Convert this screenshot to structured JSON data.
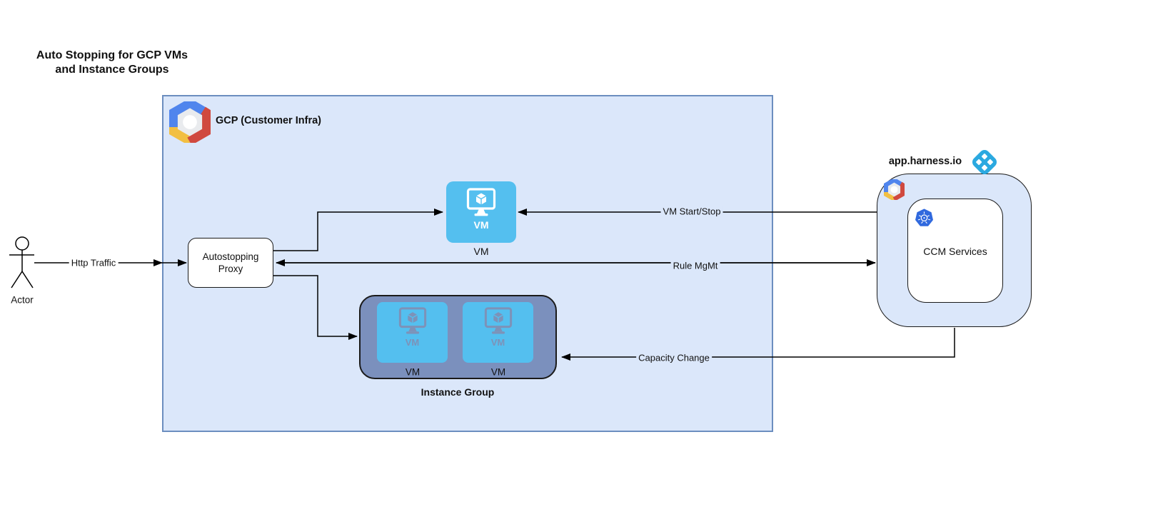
{
  "diagram": {
    "title_line1": "Auto Stopping for GCP VMs",
    "title_line2": "and Instance Groups"
  },
  "actor": {
    "label": "Actor"
  },
  "edges": {
    "http_traffic": "Http Traffic",
    "vm_start_stop": "VM Start/Stop",
    "rule_mgmt": "Rule MgMt",
    "capacity_change": "Capacity Change"
  },
  "gcp": {
    "label": "GCP (Customer Infra)"
  },
  "proxy": {
    "line1": "Autostopping",
    "line2": "Proxy"
  },
  "vm": {
    "badge": "VM",
    "caption": "VM"
  },
  "instance_group": {
    "caption": "Instance Group",
    "tiles": [
      {
        "badge": "VM",
        "caption": "VM"
      },
      {
        "badge": "VM",
        "caption": "VM"
      }
    ]
  },
  "harness": {
    "label": "app.harness.io",
    "ccm_label": "CCM Services"
  },
  "colors": {
    "gcp_box_fill": "#dbe7fa",
    "gcp_box_border": "#6c8ebf",
    "container_border": "#1a1a1a",
    "vm_tile_blue": "#54bfef",
    "instance_group_fill": "#7b90bd",
    "muted_icon": "#7d92b8",
    "harness_blue": "#2ba9e0",
    "kubernetes_blue": "#3069de",
    "gcp_logo_blue": "#5085ed",
    "gcp_logo_red": "#d0493f",
    "gcp_logo_yellow": "#f2bf42",
    "line": "#000000"
  }
}
